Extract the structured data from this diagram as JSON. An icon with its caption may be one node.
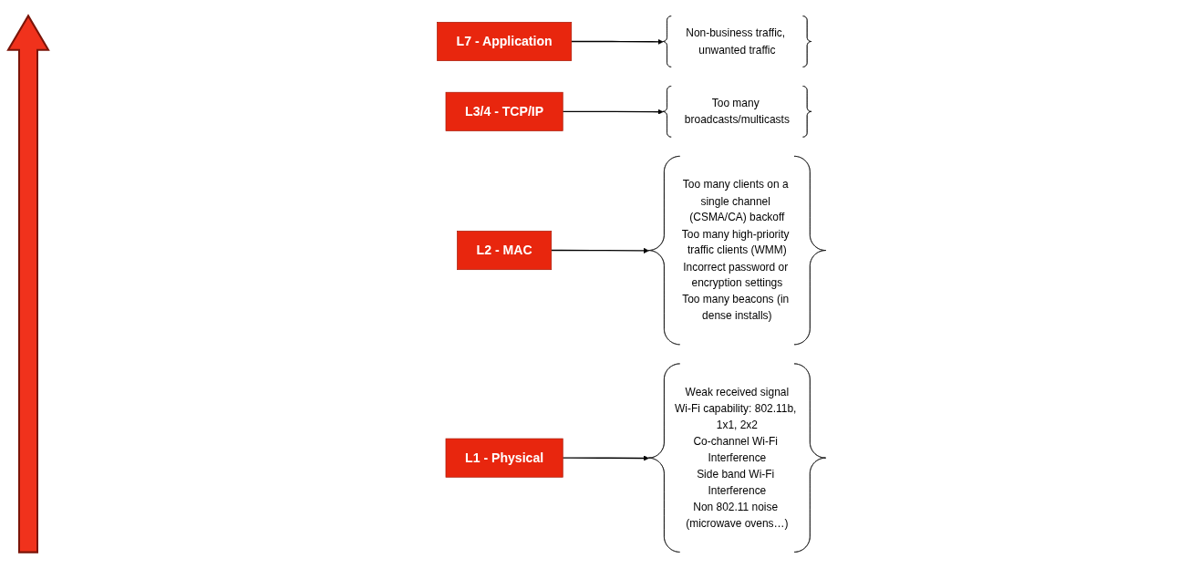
{
  "diagram": {
    "nodes": [
      {
        "text": [
          "L7 - Application"
        ]
      },
      {
        "text": [
          "L3/4 - TCP/IP"
        ]
      },
      {
        "text": [
          "L2 - MAC"
        ]
      },
      {
        "text": [
          "L1 - Physical"
        ]
      },
      {
        "text": [
          "Non-business traffic, unwanted traffic"
        ]
      },
      {
        "text": [
          "Too many broadcasts/multicasts"
        ]
      },
      {
        "text": [
          "Too many clients on a single channel (CSMA/CA) backoff",
          "Too many high-priority traffic clients (WMM)",
          "Incorrect password or encryption settings",
          "Too many beacons (in dense installs)"
        ]
      },
      {
        "text": [
          "Weak received signal",
          "Wi-Fi capability: 802.11b, 1x1, 2x2",
          "Co-channel Wi-Fi Interference",
          "Side band Wi-Fi Interference",
          "Non 802.11 noise (microwave ovens…)"
        ]
      }
    ],
    "edges": [
      {
        "from": 0,
        "to": 4,
        "arrow": "to"
      },
      {
        "from": 1,
        "to": 5,
        "arrow": "to"
      },
      {
        "from": 2,
        "to": 6,
        "arrow": "to"
      },
      {
        "from": 3,
        "to": 7,
        "arrow": "to"
      }
    ]
  }
}
